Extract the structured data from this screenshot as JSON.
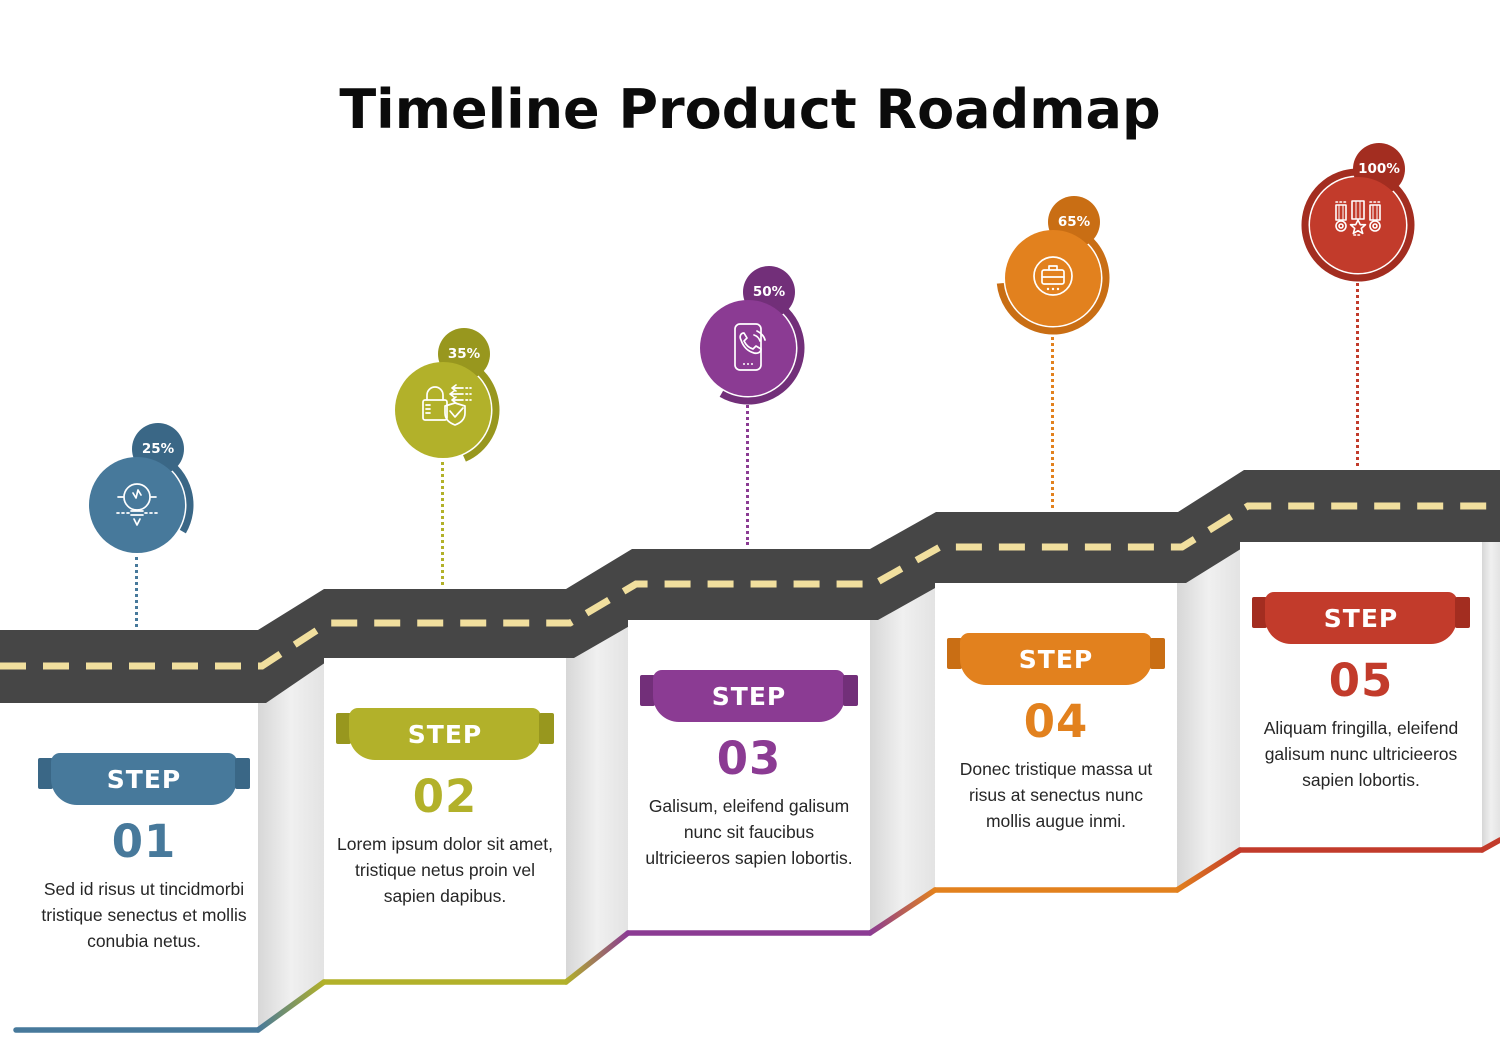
{
  "title": "Timeline Product Roadmap",
  "road": {
    "asphalt_color": "#464646",
    "dash_color": "#f1df9e"
  },
  "steps": [
    {
      "label": "STEP",
      "number": "01",
      "pct": "25%",
      "pct_value": 25,
      "color": "#47799b",
      "color_dark": "#3a6786",
      "icon": "idea-lightbulb-icon",
      "description": "Sed id risus ut tincidmorbi tristique senectus et mollis conubia netus."
    },
    {
      "label": "STEP",
      "number": "02",
      "pct": "35%",
      "pct_value": 35,
      "color": "#b2b12a",
      "color_dark": "#98971e",
      "icon": "security-lock-icon",
      "description": "Lorem ipsum dolor sit amet, tristique netus proin vel sapien dapibus."
    },
    {
      "label": "STEP",
      "number": "03",
      "pct": "50%",
      "pct_value": 50,
      "color": "#8b3b93",
      "color_dark": "#722f79",
      "icon": "phone-call-icon",
      "description": "Galisum, eleifend galisum nunc sit faucibus ultricieeros sapien lobortis."
    },
    {
      "label": "STEP",
      "number": "04",
      "pct": "65%",
      "pct_value": 65,
      "color": "#e2811e",
      "color_dark": "#c96e14",
      "icon": "briefcase-icon",
      "description": "Donec tristique massa ut risus at senectus nunc mollis augue inmi."
    },
    {
      "label": "STEP",
      "number": "05",
      "pct": "100%",
      "pct_value": 100,
      "color": "#c23b2b",
      "color_dark": "#a32d20",
      "icon": "medals-award-icon",
      "description": "Aliquam fringilla, eleifend galisum nunc ultricieeros sapien lobortis."
    }
  ]
}
